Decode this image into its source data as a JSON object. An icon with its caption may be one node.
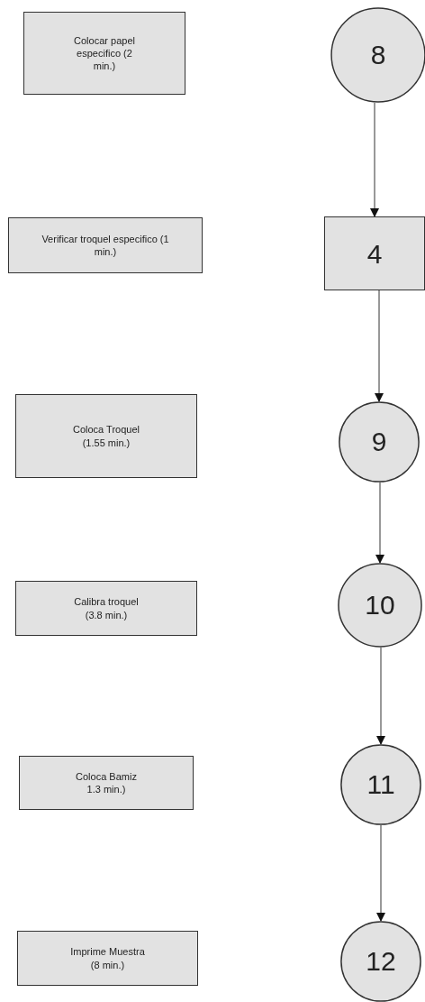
{
  "diagram": {
    "nodes": [
      {
        "text": [
          "Colocar papel especifico (2 min.)"
        ]
      },
      {
        "text": [
          "8"
        ]
      },
      {
        "text": [
          "Verificar troquel especifico (1 min.)"
        ]
      },
      {
        "text": [
          "4"
        ]
      },
      {
        "text": [
          "Coloca Troquel (1.55 min.)"
        ]
      },
      {
        "text": [
          "9"
        ]
      },
      {
        "text": [
          "Calibra troquel (3.8 min.)"
        ]
      },
      {
        "text": [
          "10"
        ]
      },
      {
        "text": [
          "Coloca Bamiz 1.3 min.)"
        ]
      },
      {
        "text": [
          "11"
        ]
      },
      {
        "text": [
          "Imprime Muestra (8 min.)"
        ]
      },
      {
        "text": [
          "12"
        ]
      }
    ],
    "edges": [
      {
        "from": 1,
        "to": 3,
        "arrow": "to"
      },
      {
        "from": 3,
        "to": 5,
        "arrow": "to"
      },
      {
        "from": 5,
        "to": 7,
        "arrow": "to"
      },
      {
        "from": 7,
        "to": 9,
        "arrow": "to"
      },
      {
        "from": 9,
        "to": 11,
        "arrow": "to"
      }
    ]
  }
}
